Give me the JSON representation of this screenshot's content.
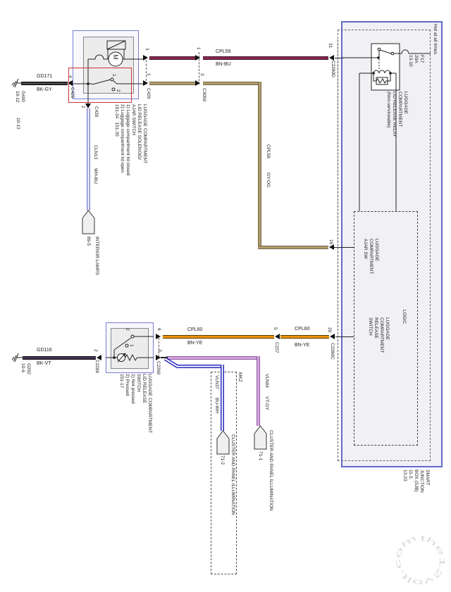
{
  "labels": {
    "hot": "Hot at all times",
    "fuse": "F17\n20A\n13-10",
    "logic": "LOGIC",
    "relay": "LUGGAGE\nCOMPARTMENT\nLID RELEASE RELAY\n(Non-serviceable)",
    "sjb": "SMART\nJUNCTION\nBOX (SJB)\n11-3,\n13-23",
    "ajar_sw": "LUGGAGE\nCOMPARTMENT\nAJAR SW",
    "release_sw": "LUGGAGE\nCOMPARTMENT\nRELEASE\nSWITCH",
    "solenoid": "LUGGAGE COMPARTMENT\nLID RELEASE SOLENOID/\nAJAR SWITCH\n1) Luggage compartment lid closed\n2) Luggage compartment lid open\n151-34   151-35",
    "lid_switch": "LUGGAGE COMPARTMENT\nLID RELEASE\nSWITCH\n1) Not pressed\n2) Pressed\n151-17",
    "mkz": "MKZ",
    "motor": "M"
  },
  "wires": {
    "gd171": {
      "name": "GD171",
      "color": "BK-GY"
    },
    "gd116": {
      "name": "GD116",
      "color": "BK-VT"
    },
    "cpl59": {
      "name": "CPL59",
      "color": "BN-BU"
    },
    "cpl58": {
      "name": "CPL58",
      "color": "GY-OG"
    },
    "cpl60a": {
      "name": "CPL60",
      "color": "BN-YE"
    },
    "cpl60b": {
      "name": "CPL60",
      "color": "BN-YE"
    },
    "cln13": {
      "name": "CLN13",
      "color": "WH-BU"
    },
    "vln37": {
      "name": "VLN37",
      "color": "BU-WH"
    },
    "vln04": {
      "name": "VLN04",
      "color": "VT-GY"
    }
  },
  "connectors": {
    "c429": "C429",
    "c3050": "C3050",
    "c2280d": "C2280D",
    "c2280c": "C2280C",
    "c237": "C237",
    "c2269": "C2269"
  },
  "pins": {
    "p1": "1",
    "p2": "2",
    "p3": "3",
    "p4": "4",
    "p5": "5",
    "p6": "6",
    "p16": "16",
    "p20": "20",
    "p31": "31"
  },
  "grounds": {
    "g400": "G400\n10-12",
    "g400b": "10-13",
    "g202": "G202\n10-6"
  },
  "offpage": {
    "interior": "INTERIOR LAMPS",
    "interior_ref": "89-5",
    "cluster": "CLUSTER AND PANEL ILLUMINATION",
    "cluster1_ref": "71-2",
    "cluster2_ref": "71-1"
  },
  "colors": {
    "bn_bu": "#84294e",
    "gy_og": "#b29a68",
    "bn_ye": "#f09307",
    "wh_bu": "#7f84d2",
    "bu_wh": "#2626bb",
    "vt_gy": "#d2a2dc",
    "bk_gy": "#111111",
    "bk_vt": "#5d3a72",
    "component_blue": "#7a7ed2",
    "sjb_blue": "#6468cc",
    "highlight_red": "#cc3333"
  },
  "watermark": {
    "text": "the12volt.com"
  }
}
